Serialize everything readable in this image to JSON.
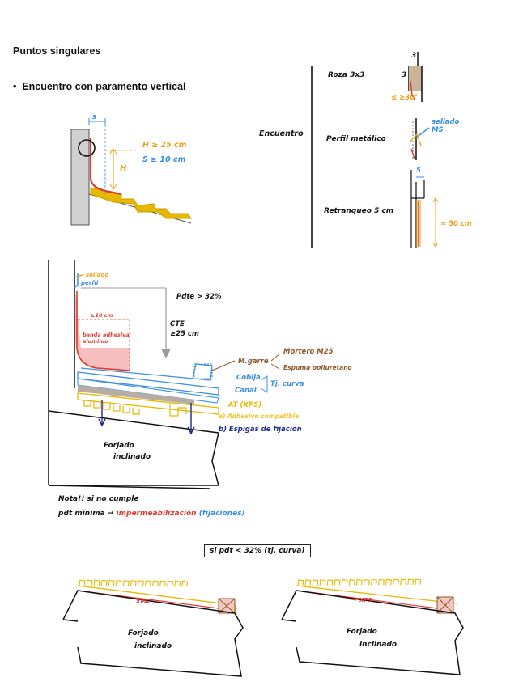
{
  "heading": "Puntos singulares",
  "bullet": "Encuentro con paramento vertical",
  "top_sketch": {
    "s_label": "s",
    "h_label": "H",
    "h_rule": "H ≥ 25 cm",
    "s_rule": "S ≥ 10 cm"
  },
  "encuentro": {
    "label": "Encuentro",
    "rows": [
      {
        "label": "Roza 3x3",
        "n1": "3",
        "n2": "3",
        "note": "≤ ≥30°"
      },
      {
        "label": "Perfil metálico",
        "note": "sellado MS"
      },
      {
        "label": "Retranqueo 5 cm",
        "n1": "5",
        "note": "≈ 50 cm"
      }
    ]
  },
  "section": {
    "sellado": "sellado",
    "perfil": "perfil",
    "pdte": "Pdte > 32%",
    "cte": "CTE",
    "cte_val": "≥25 cm",
    "dim10": "≥10 cm",
    "banda": "banda adhesiva aluminio",
    "mgarre": "M.garre",
    "mortero": "Mortero M25",
    "espuma": "Espuma poliuretano",
    "cobija": "Cobija",
    "canal": "Canal",
    "tj": "Tj. curva",
    "at": "AT (XPS)",
    "adhesivo": "a) Adhesivo compatible",
    "espigas": "b) Espigas de fijación",
    "forjado": "Forjado",
    "inclinado": "inclinado"
  },
  "nota": {
    "line1": "Nota!! si no cumple",
    "line2_a": "pdt mínima →",
    "line2_b": "impermeabilización",
    "line2_c": "(fijaciones)"
  },
  "boxed_note": "si pdt < 32% (tj. curva)",
  "bottom": {
    "left": {
      "xps": "XPS",
      "forjado": "Forjado",
      "inclinado": "inclinado"
    },
    "right": {
      "xps": "XPS",
      "forjado": "Forjado",
      "inclinado": "inclinado"
    }
  },
  "colors": {
    "yellow": "#e6b800",
    "blue": "#3a8fe0",
    "red": "#e03a2f",
    "orange": "#f0a020",
    "brown": "#8b5a2b",
    "navy": "#1f2a8a",
    "grey": "#9a9a9a",
    "pink": "#f4a3a3"
  }
}
